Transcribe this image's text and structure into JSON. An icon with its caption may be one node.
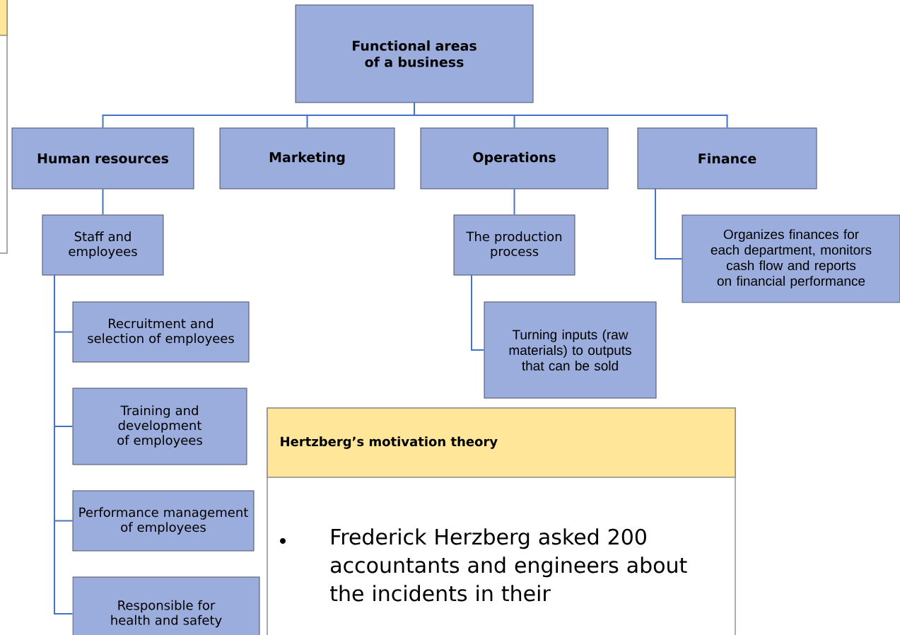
{
  "diagram": {
    "nodes": [
      {
        "text": [],
        "shape": "box"
      },
      {
        "text": [
          "Functional areas of a business"
        ]
      },
      {
        "text": [
          "Human resources"
        ]
      },
      {
        "text": [
          "Marketing"
        ]
      },
      {
        "text": [
          "Operations"
        ]
      },
      {
        "text": [
          "Finance"
        ]
      },
      {
        "text": [
          "Staff and employees"
        ]
      },
      {
        "text": [
          "Recruitment and selection of employees"
        ]
      },
      {
        "text": [
          "Training and development of employees"
        ]
      },
      {
        "text": [
          "Performance management of employees"
        ]
      },
      {
        "text": [
          "Responsible for health and safety"
        ]
      },
      {
        "text": [
          "The production process"
        ]
      },
      {
        "text": [
          "Turning inputs (raw materials) to outputs that can be sold"
        ]
      },
      {
        "text": [
          "Organizes finances for each department, monitors cash flow and reports on financial performance"
        ]
      },
      {
        "text": [
          "Hertzberg’s motivation theory",
          "Frederick Herzberg asked 200 accountants and engineers about the incidents in their"
        ]
      }
    ],
    "edges": [
      {
        "from": 1,
        "to": 2,
        "arrow": "none"
      },
      {
        "from": 1,
        "to": 3,
        "arrow": "none"
      },
      {
        "from": 1,
        "to": 4,
        "arrow": "none"
      },
      {
        "from": 1,
        "to": 5,
        "arrow": "none"
      },
      {
        "from": 2,
        "to": 6,
        "arrow": "none"
      },
      {
        "from": 6,
        "to": 7,
        "arrow": "none"
      },
      {
        "from": 6,
        "to": 8,
        "arrow": "none"
      },
      {
        "from": 6,
        "to": 9,
        "arrow": "none"
      },
      {
        "from": 6,
        "to": 10,
        "arrow": "none"
      },
      {
        "from": 4,
        "to": 11,
        "arrow": "none"
      },
      {
        "from": 11,
        "to": 12,
        "arrow": "none"
      },
      {
        "from": 5,
        "to": 13,
        "arrow": "none"
      }
    ]
  }
}
